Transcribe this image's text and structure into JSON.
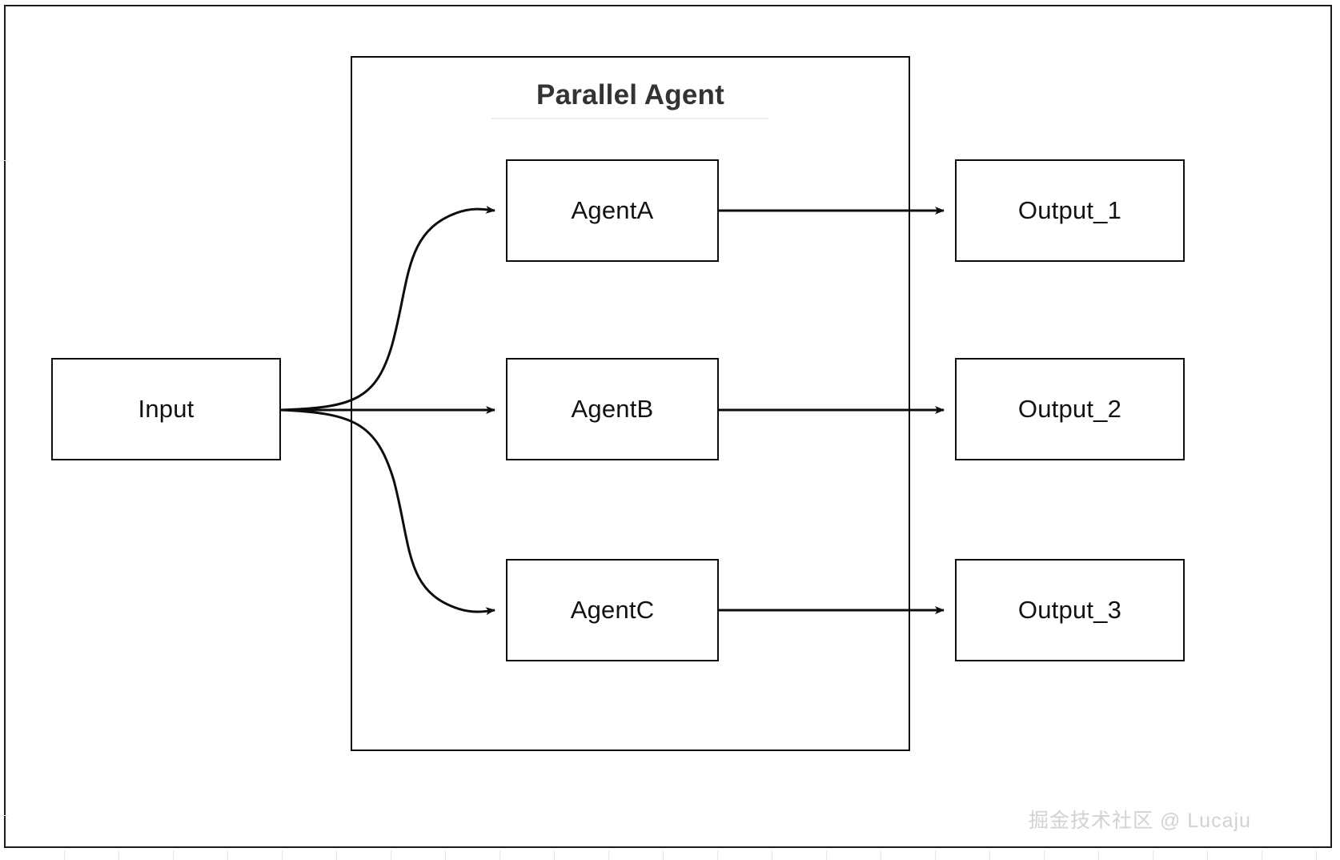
{
  "diagram": {
    "type": "flowchart",
    "orientation": "left-to-right",
    "group": {
      "title": "Parallel Agent",
      "has_title_rule": true,
      "border_color": "#0d0d0d"
    },
    "nodes": [
      {
        "id": "input",
        "label": "Input",
        "role": "source"
      },
      {
        "id": "agentA",
        "label": "AgentA",
        "role": "worker"
      },
      {
        "id": "agentB",
        "label": "AgentB",
        "role": "worker"
      },
      {
        "id": "agentC",
        "label": "AgentC",
        "role": "worker"
      },
      {
        "id": "output1",
        "label": "Output_1",
        "role": "sink"
      },
      {
        "id": "output2",
        "label": "Output_2",
        "role": "sink"
      },
      {
        "id": "output3",
        "label": "Output_3",
        "role": "sink"
      }
    ],
    "edges": [
      {
        "from": "input",
        "to": "agentA",
        "style": "curved",
        "arrow": true
      },
      {
        "from": "input",
        "to": "agentB",
        "style": "straight",
        "arrow": true
      },
      {
        "from": "input",
        "to": "agentC",
        "style": "curved",
        "arrow": true
      },
      {
        "from": "agentA",
        "to": "output1",
        "style": "straight",
        "arrow": true
      },
      {
        "from": "agentB",
        "to": "output2",
        "style": "straight",
        "arrow": true
      },
      {
        "from": "agentC",
        "to": "output3",
        "style": "straight",
        "arrow": true
      }
    ],
    "colors": {
      "stroke": "#0d0d0d",
      "node_fill": "#ffffff",
      "title_text": "#333333",
      "title_rule": "#ececec",
      "canvas": "#ffffff",
      "watermark": "#d2d2d2"
    }
  },
  "watermark": {
    "text": "掘金技术社区 @ Lucaju"
  }
}
